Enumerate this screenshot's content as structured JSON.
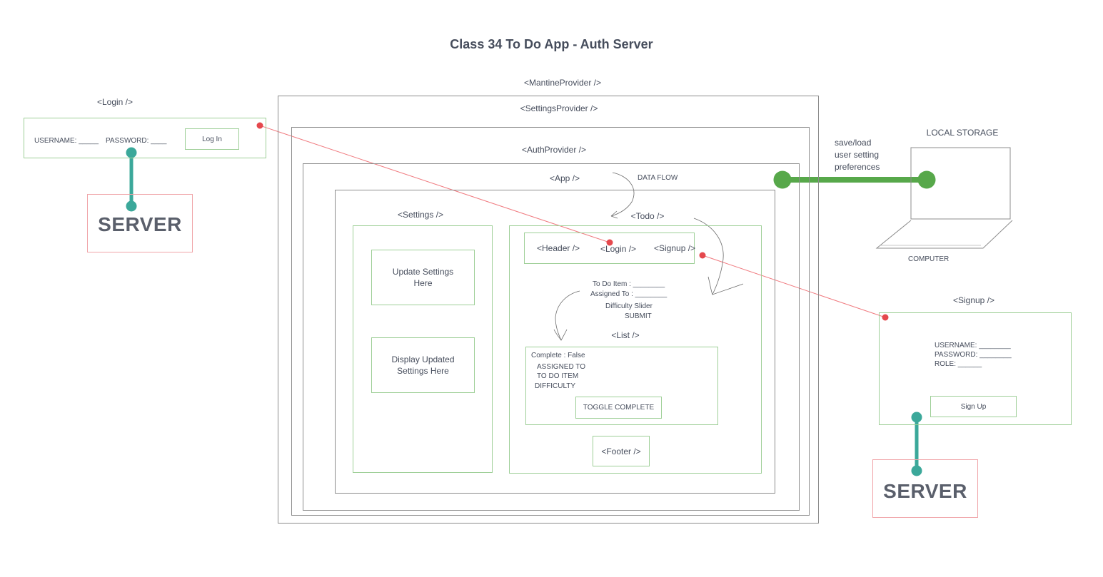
{
  "title": "Class 34 To Do App - Auth Server",
  "components": {
    "mantine_provider": "<MantineProvider />",
    "settings_provider": "<SettingsProvider />",
    "auth_provider": "<AuthProvider />",
    "app": "<App />",
    "data_flow": "DATA FLOW",
    "settings": "<Settings />",
    "todo": "<Todo />",
    "header": "<Header />",
    "login_inline": "<Login />",
    "signup_inline": "<Signup />",
    "list": "<List />",
    "footer": "<Footer />"
  },
  "settings_panel": {
    "update": "Update Settings\nHere",
    "display": "Display Updated\nSettings Here"
  },
  "todo_form": {
    "item": "To Do Item : ________",
    "assigned": "Assigned To : ________",
    "difficulty": "Difficulty Slider",
    "submit": "SUBMIT"
  },
  "list_card": {
    "complete": "Complete : False",
    "assigned": "ASSIGNED TO",
    "item": "TO DO ITEM",
    "difficulty": "DIFFICULTY",
    "toggle": "TOGGLE COMPLETE"
  },
  "login_panel": {
    "title": "<Login />",
    "username": "USERNAME: _____",
    "password": "PASSWORD: ____",
    "button": "Log In",
    "server": "SERVER"
  },
  "signup_panel": {
    "title": "<Signup />",
    "username": "USERNAME: ________",
    "password": "PASSWORD: ________",
    "role": "ROLE: ______",
    "button": "Sign Up",
    "server": "SERVER"
  },
  "storage": {
    "note": "save/load\nuser setting\npreferences",
    "title": "LOCAL STORAGE",
    "computer": "COMPUTER"
  },
  "colors": {
    "text": "#464d5c",
    "grey_border": "#8c8c8c",
    "green_border": "#9ecf97",
    "red_border": "#f0a4a8",
    "teal_connector": "#3ba89a",
    "storage_connector": "#57a84a",
    "red_dot": "#e5484d"
  }
}
